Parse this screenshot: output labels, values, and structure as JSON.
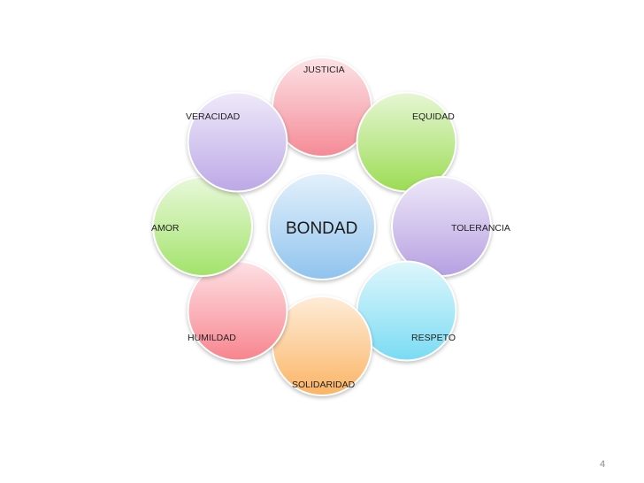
{
  "diagram": {
    "center": {
      "label": "BONDAD",
      "color": "#8fc3ee"
    },
    "nodes": [
      {
        "id": "justicia",
        "label": "JUSTICIA",
        "color": "#f48a96"
      },
      {
        "id": "equidad",
        "label": "EQUIDAD",
        "color": "#9bdc52"
      },
      {
        "id": "tolerancia",
        "label": "TOLERANCIA",
        "color": "#b6a0e2"
      },
      {
        "id": "respeto",
        "label": "RESPETO",
        "color": "#79dbf3"
      },
      {
        "id": "solidaridad",
        "label": "SOLIDARIDAD",
        "color": "#fbb464"
      },
      {
        "id": "humildad",
        "label": "HUMILDAD",
        "color": "#f8848e"
      },
      {
        "id": "amor",
        "label": "AMOR",
        "color": "#a2e36a"
      },
      {
        "id": "veracidad",
        "label": "VERACIDAD",
        "color": "#bca8e6"
      }
    ]
  },
  "page_number": "4"
}
